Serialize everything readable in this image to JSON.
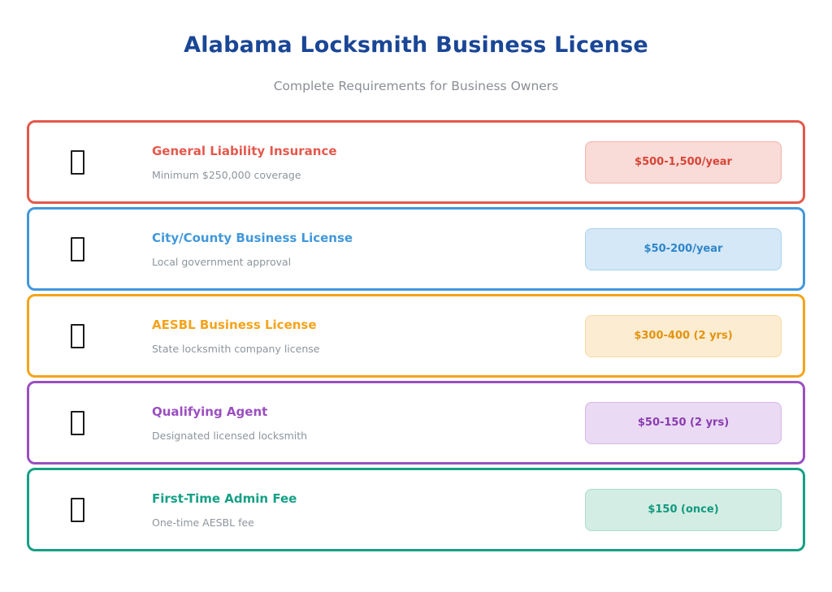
{
  "header": {
    "title": "Alabama Locksmith Business License",
    "subtitle": "Complete Requirements for Business Owners"
  },
  "accent_colors": {
    "title_navy": "#1a4696",
    "subtitle_gray": "#8a8f96"
  },
  "items": [
    {
      "icon": "missing-glyph-box",
      "title": "General Liability Insurance",
      "description": "Minimum $250,000 coverage",
      "badge": "$500-1,500/year",
      "color": "#e4584c",
      "badge_bg": "#f9dbd7",
      "badge_border": "#f1b3ab",
      "badge_text": "#d64537"
    },
    {
      "icon": "missing-glyph-box",
      "title": "City/County Business License",
      "description": "Local government approval",
      "badge": "$50-200/year",
      "color": "#4198db",
      "badge_bg": "#d4e8f7",
      "badge_border": "#aad3ef",
      "badge_text": "#2e86c9"
    },
    {
      "icon": "missing-glyph-box",
      "title": "AESBL Business License",
      "description": "State locksmith company license",
      "badge": "$300-400 (2 yrs)",
      "color": "#f5a31b",
      "badge_bg": "#fcecd2",
      "badge_border": "#f8d9a6",
      "badge_text": "#e3940e"
    },
    {
      "icon": "missing-glyph-box",
      "title": "Qualifying Agent",
      "description": "Designated licensed locksmith",
      "badge": "$50-150 (2 yrs)",
      "color": "#9b4fc0",
      "badge_bg": "#eadaf4",
      "badge_border": "#d6b6e8",
      "badge_text": "#8a3bb0"
    },
    {
      "icon": "missing-glyph-box",
      "title": "First-Time Admin Fee",
      "description": "One-time AESBL fee",
      "badge": "$150 (once)",
      "color": "#16a085",
      "badge_bg": "#d4ede4",
      "badge_border": "#a9dcca",
      "badge_text": "#12997e"
    }
  ]
}
